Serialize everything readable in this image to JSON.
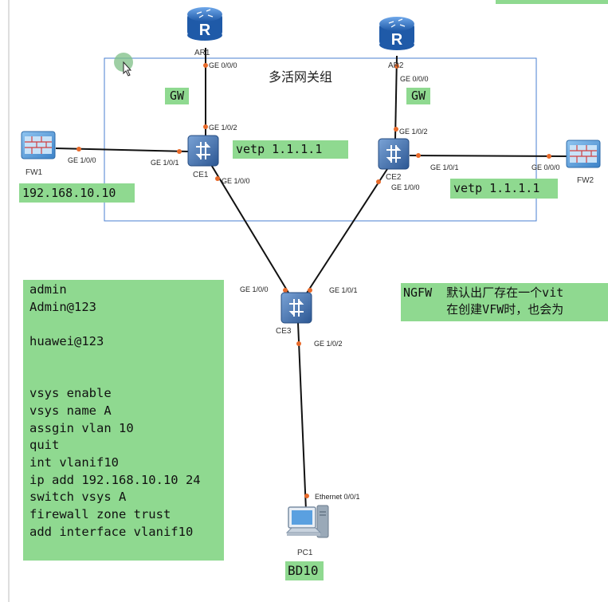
{
  "group_label": "多活网关组",
  "devices": {
    "ar1": "AR1",
    "ar2": "AR2",
    "ce1": "CE1",
    "ce2": "CE2",
    "ce3": "CE3",
    "fw1": "FW1",
    "fw2": "FW2",
    "pc1": "PC1"
  },
  "ports": {
    "ar1_ge000": "GE 0/0/0",
    "ar2_ge000": "GE 0/0/0",
    "ce1_ge102": "GE 1/0/2",
    "ce1_ge101": "GE 1/0/1",
    "ce1_ge100": "GE 1/0/0",
    "fw1_ge100": "GE 1/0/0",
    "ce2_ge102": "GE 1/0/2",
    "ce2_ge101": "GE 1/0/1",
    "ce2_ge100": "GE 1/0/0",
    "fw2_ge000": "GE 0/0/0",
    "ce3_ge100": "GE 1/0/0",
    "ce3_ge101": "GE 1/0/1",
    "ce3_ge102": "GE 1/0/2",
    "pc1_eth": "Ethernet 0/0/1"
  },
  "notes": {
    "gw_left": "GW",
    "gw_right": "GW",
    "vetp_center": "vetp  1.1.1.1",
    "vetp_right": "vetp 1.1.1.1",
    "fw1_ip": "192.168.10.10",
    "bd10": "BD10",
    "ngfw_line1": "NGFW  默认出厂存在一个vit",
    "ngfw_line2": "      在创建VFW时，也会为"
  },
  "config_lines": [
    "admin",
    "Admin@123",
    "",
    "huawei@123",
    "",
    "",
    "vsys enable",
    "vsys name A",
    "assgin vlan 10",
    "quit",
    "int vlanif10",
    "ip add 192.168.10.10 24",
    "switch vsys A",
    "firewall zone trust",
    "add interface vlanif10"
  ],
  "colors": {
    "note_green": "#8fd990",
    "group_border": "#4a7fd0",
    "router_blue": "#2f6fc0",
    "switch_blue": "#3b6da8",
    "firewall_blue": "#4a90d0",
    "port_dot": "#e86a2a"
  }
}
